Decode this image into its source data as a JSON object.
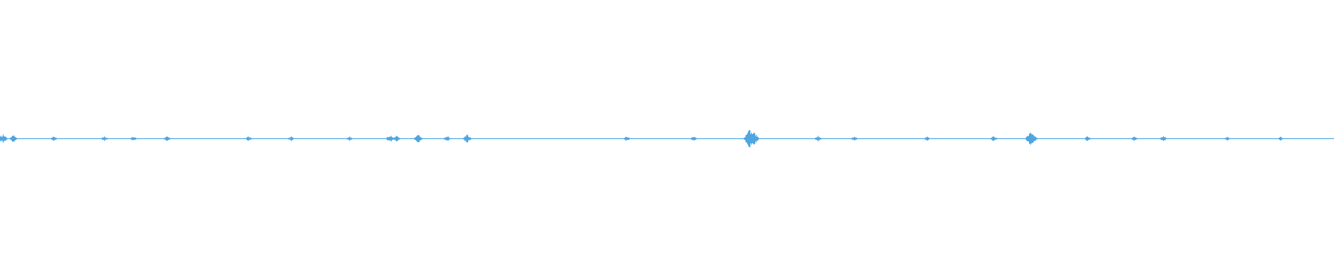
{
  "waveform": {
    "color": "#4da6e0",
    "background": "#ffffff",
    "baseline_amplitude": 0.012,
    "max_amplitude": 1,
    "peaks": [
      {
        "position": 0.002,
        "amplitude": 0.55
      },
      {
        "position": 0.01,
        "amplitude": 0.4
      },
      {
        "position": 0.04,
        "amplitude": 0.3
      },
      {
        "position": 0.078,
        "amplitude": 0.28
      },
      {
        "position": 0.1,
        "amplitude": 0.25
      },
      {
        "position": 0.125,
        "amplitude": 0.25
      },
      {
        "position": 0.186,
        "amplitude": 0.28
      },
      {
        "position": 0.218,
        "amplitude": 0.25
      },
      {
        "position": 0.262,
        "amplitude": 0.25
      },
      {
        "position": 0.292,
        "amplitude": 0.42
      },
      {
        "position": 0.297,
        "amplitude": 0.35
      },
      {
        "position": 0.313,
        "amplitude": 0.55
      },
      {
        "position": 0.335,
        "amplitude": 0.35
      },
      {
        "position": 0.35,
        "amplitude": 0.45
      },
      {
        "position": 0.47,
        "amplitude": 0.28
      },
      {
        "position": 0.52,
        "amplitude": 0.25
      },
      {
        "position": 0.562,
        "amplitude": 1.0
      },
      {
        "position": 0.565,
        "amplitude": 0.7
      },
      {
        "position": 0.613,
        "amplitude": 0.3
      },
      {
        "position": 0.64,
        "amplitude": 0.25
      },
      {
        "position": 0.695,
        "amplitude": 0.25
      },
      {
        "position": 0.745,
        "amplitude": 0.3
      },
      {
        "position": 0.773,
        "amplitude": 0.85
      },
      {
        "position": 0.815,
        "amplitude": 0.28
      },
      {
        "position": 0.85,
        "amplitude": 0.28
      },
      {
        "position": 0.872,
        "amplitude": 0.3
      },
      {
        "position": 0.92,
        "amplitude": 0.25
      },
      {
        "position": 0.96,
        "amplitude": 0.22
      }
    ]
  }
}
